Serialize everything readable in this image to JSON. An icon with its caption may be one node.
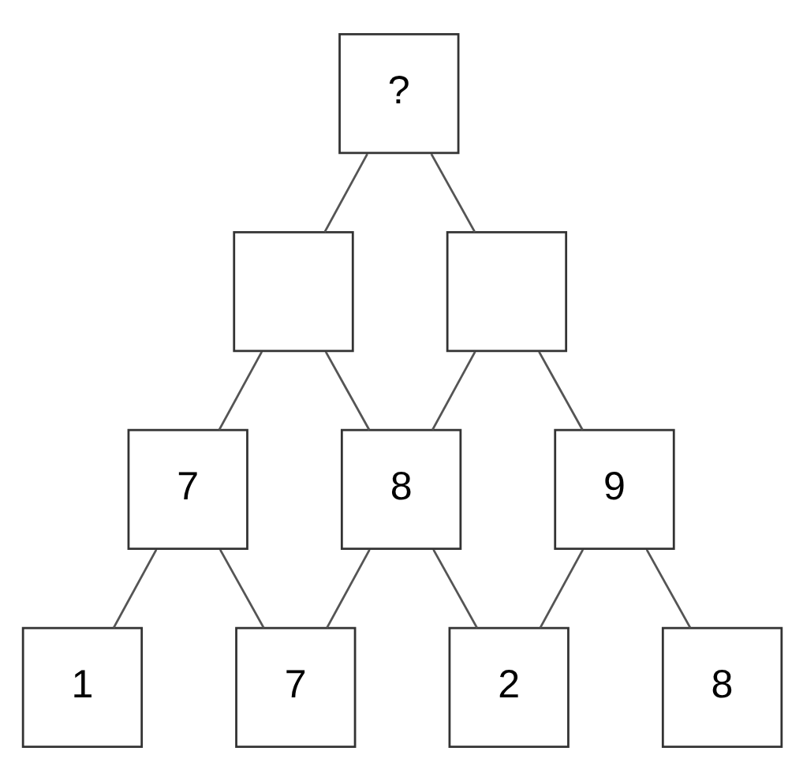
{
  "diagram": {
    "nodes": [
      {
        "text": [
          "?"
        ]
      },
      {
        "text": [],
        "shape": "box"
      },
      {
        "text": [],
        "shape": "box"
      },
      {
        "text": [
          "7"
        ]
      },
      {
        "text": [
          "8"
        ]
      },
      {
        "text": [
          "9"
        ]
      },
      {
        "text": [
          "1"
        ]
      },
      {
        "text": [
          "7"
        ]
      },
      {
        "text": [
          "2"
        ]
      },
      {
        "text": [
          "8"
        ]
      }
    ],
    "edges": [
      {
        "from": 0,
        "to": 1,
        "arrow": "none"
      },
      {
        "from": 0,
        "to": 2,
        "arrow": "none"
      },
      {
        "from": 1,
        "to": 3,
        "arrow": "none"
      },
      {
        "from": 1,
        "to": 4,
        "arrow": "none"
      },
      {
        "from": 2,
        "to": 4,
        "arrow": "none"
      },
      {
        "from": 2,
        "to": 5,
        "arrow": "none"
      },
      {
        "from": 3,
        "to": 6,
        "arrow": "none"
      },
      {
        "from": 3,
        "to": 7,
        "arrow": "none"
      },
      {
        "from": 4,
        "to": 7,
        "arrow": "none"
      },
      {
        "from": 4,
        "to": 8,
        "arrow": "none"
      },
      {
        "from": 5,
        "to": 8,
        "arrow": "none"
      },
      {
        "from": 5,
        "to": 9,
        "arrow": "none"
      }
    ]
  }
}
